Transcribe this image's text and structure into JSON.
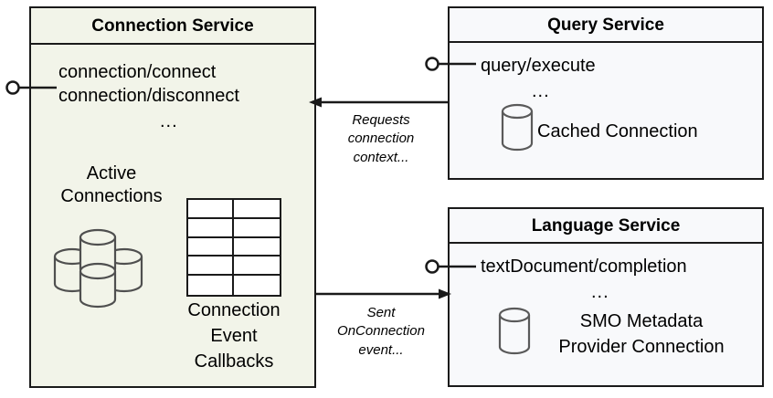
{
  "diagram": {
    "title_hidden": "",
    "components": [
      {
        "id": "connection-service",
        "title": "Connection Service",
        "operations": "connection/connect\nconnection/disconnect",
        "operations_line1": "connection/connect",
        "operations_line2": "connection/disconnect",
        "ellipsis": "...",
        "artifacts": [
          {
            "name": "active-connections",
            "label_line1": "Active",
            "label_line2": "Connections",
            "icon": "cylinder-cluster-icon",
            "cylinder_count": 4
          },
          {
            "name": "connection-event-callbacks",
            "label_line1": "Connection",
            "label_line2": "Event",
            "label_line3": "Callbacks",
            "icon": "table-grid-icon",
            "grid_rows": 5,
            "grid_cols": 2
          }
        ]
      },
      {
        "id": "query-service",
        "title": "Query Service",
        "operations_line1": "query/execute",
        "ellipsis": "...",
        "artifacts": [
          {
            "name": "cached-connection",
            "label_line1": "Cached Connection",
            "icon": "cylinder-icon"
          }
        ]
      },
      {
        "id": "language-service",
        "title": "Language Service",
        "operations_line1": "textDocument/completion",
        "ellipsis": "...",
        "artifacts": [
          {
            "name": "smo-metadata-provider-connection",
            "label_line1": "SMO Metadata",
            "label_line2": "Provider Connection",
            "icon": "cylinder-icon"
          }
        ]
      }
    ],
    "connectors": [
      {
        "id": "query-to-connection",
        "label_line1": "Requests",
        "label_line2": "connection",
        "label_line3": "context...",
        "direction": "right-to-left"
      },
      {
        "id": "connection-to-language",
        "label_line1": "Sent",
        "label_line2": "OnConnection",
        "label_line3": "event...",
        "direction": "left-to-right"
      }
    ],
    "interfaces": [
      {
        "id": "connection-service-interface",
        "icon": "lollipop-interface-icon"
      },
      {
        "id": "query-service-interface",
        "icon": "lollipop-interface-icon"
      },
      {
        "id": "language-service-interface",
        "icon": "lollipop-interface-icon"
      }
    ],
    "colors": {
      "connection_fill": "#f2f4e9",
      "service_fill": "#f8f9fb",
      "stroke": "#1a1a1a",
      "cylinder_stroke": "#4f4f4f",
      "background": "#ffffff"
    }
  }
}
